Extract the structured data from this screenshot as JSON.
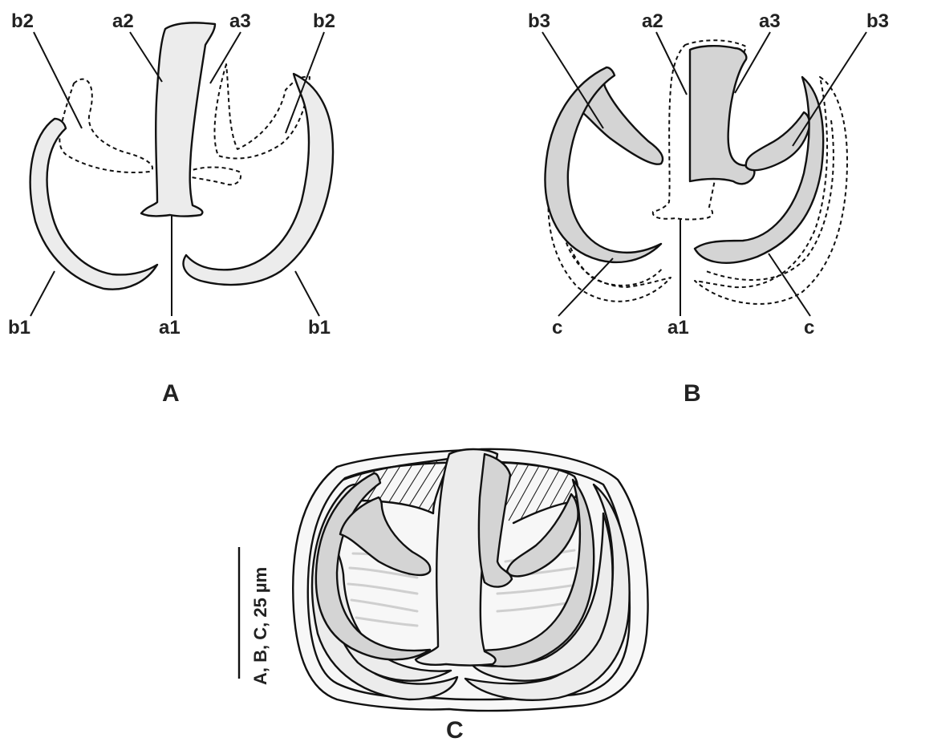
{
  "panel_A": {
    "panel_label": "A",
    "labels": {
      "b2_left": "b2",
      "a2": "a2",
      "a3": "a3",
      "b2_right": "b2",
      "b1_left": "b1",
      "a1": "a1",
      "b1_right": "b1"
    }
  },
  "panel_B": {
    "panel_label": "B",
    "labels": {
      "b3_left": "b3",
      "a2": "a2",
      "a3": "a3",
      "b3_right": "b3",
      "c_left": "c",
      "a1": "a1",
      "c_right": "c"
    }
  },
  "panel_C": {
    "panel_label": "C",
    "scale_bar": "A, B, C, 25 µm"
  },
  "colors": {
    "light_fill": "#ececec",
    "mid_fill": "#d4d4d4",
    "outline": "#111111"
  }
}
